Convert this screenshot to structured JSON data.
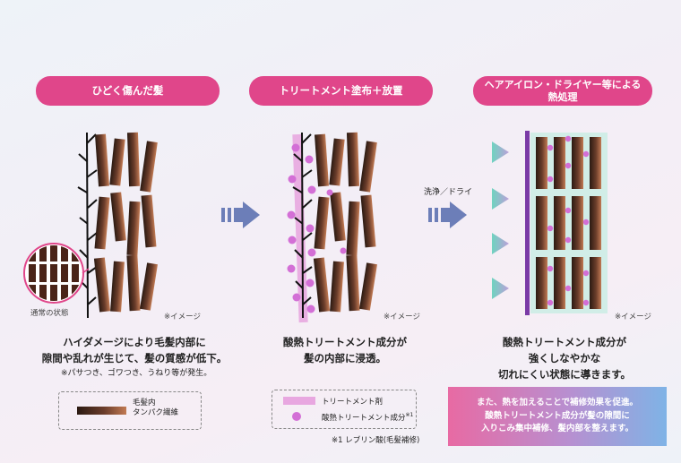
{
  "steps": [
    {
      "title": "ひどく傷んだ髪",
      "description": "ハイダメージにより毛髪内部に\n隙間や乱れが生じて、髪の質感が低下。",
      "subnote": "※パサつき、ゴワつき、うねり等が発生。",
      "image_note": "※イメージ",
      "inset_label": "通常の状態"
    },
    {
      "title": "トリートメント塗布＋放置",
      "description": "酸熱トリートメント成分が\n髪の内部に浸透。",
      "image_note": "※イメージ"
    },
    {
      "title": "ヘアアイロン・ドライヤー等による\n熱処理",
      "description": "酸熱トリートメント成分が\n強くしなやかな\n切れにくい状態に導きます。",
      "image_note": "※イメージ"
    }
  ],
  "arrow2_label": "洗浄／ドライ",
  "legend1": {
    "label": "毛髪内\nタンパク繊維"
  },
  "legend2": {
    "treatment_label": "トリートメント剤",
    "component_label": "酸熱トリートメント成分",
    "component_sup": "※1",
    "footnote": "※1 レブリン酸(毛髪補修)"
  },
  "callout": "また、熱を加えることで補修効果を促進。\n酸熱トリートメント成分が髪の隙間に\n入りこみ集中補修、髪内部を整えます。",
  "colors": {
    "pill": "#e0468a",
    "fiber_dark": "#2b1a12",
    "fiber_light": "#c17a53",
    "component": "#d36fd6",
    "treatment": "#e8a7e0",
    "arrow": "#6c7eb8",
    "heat_teal": "#5ec9b3",
    "callout_from": "#e86aa3",
    "callout_to": "#7fb3e6"
  }
}
